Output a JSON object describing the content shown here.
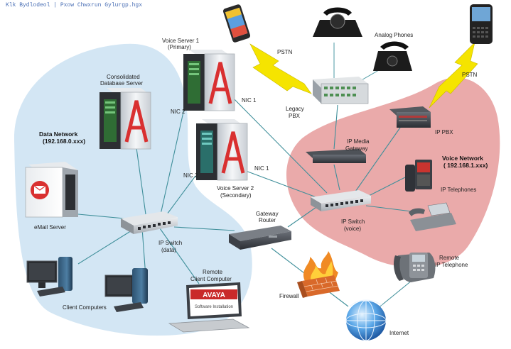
{
  "header_text": "Klk Bydlodeol | Pxow Chwxrun Gylurgp.hgx",
  "zones": {
    "data": {
      "title": "Data Network",
      "subnet": "(192.168.0.xxx)",
      "color": "#d3e6f4"
    },
    "voice": {
      "title": "Voice Network",
      "subnet": "( 192.168.1.xxx)",
      "color": "#eaaaaa"
    }
  },
  "labels": {
    "consolidated": [
      "Consolidated",
      "Database Server"
    ],
    "voice_server_1": [
      "Voice Server 1",
      "(Primary)"
    ],
    "voice_server_2": [
      "Voice Server 2",
      "(Secondary)"
    ],
    "nic1_a": "NIC 1",
    "nic2_a": "NIC 2",
    "nic1_b": "NIC 1",
    "nic2_b": "NIC 2",
    "email_server": "eMail Server",
    "ip_switch_data": [
      "IP Switch",
      "(data)"
    ],
    "client_computers": "Client Computers",
    "remote_client": [
      "Remote",
      "Client Computer"
    ],
    "gateway_router": [
      "Gateway",
      "Router"
    ],
    "firewall": "Firewall",
    "internet": "Internet",
    "pstn_left": "PSTN",
    "pstn_right": "PSTN",
    "analog_phones": "Analog Phones",
    "legacy_pbx": [
      "Legacy",
      "PBX"
    ],
    "ip_media_gateway": [
      "IP Media",
      "Gateway"
    ],
    "ip_pbx": "IP PBX",
    "ip_telephones": "IP Telephones",
    "ip_switch_voice": [
      "IP Switch",
      "(voice)"
    ],
    "remote_ip_telephone": [
      "Remote",
      "IP Telephone"
    ]
  },
  "screen_text": {
    "brand": "AVAYA",
    "subtitle": "Software Installation"
  },
  "colors": {
    "wire": "#3f8f9a",
    "bolt": "#f5e400",
    "server_accent": "#d93030",
    "brick": "#d9692a"
  }
}
